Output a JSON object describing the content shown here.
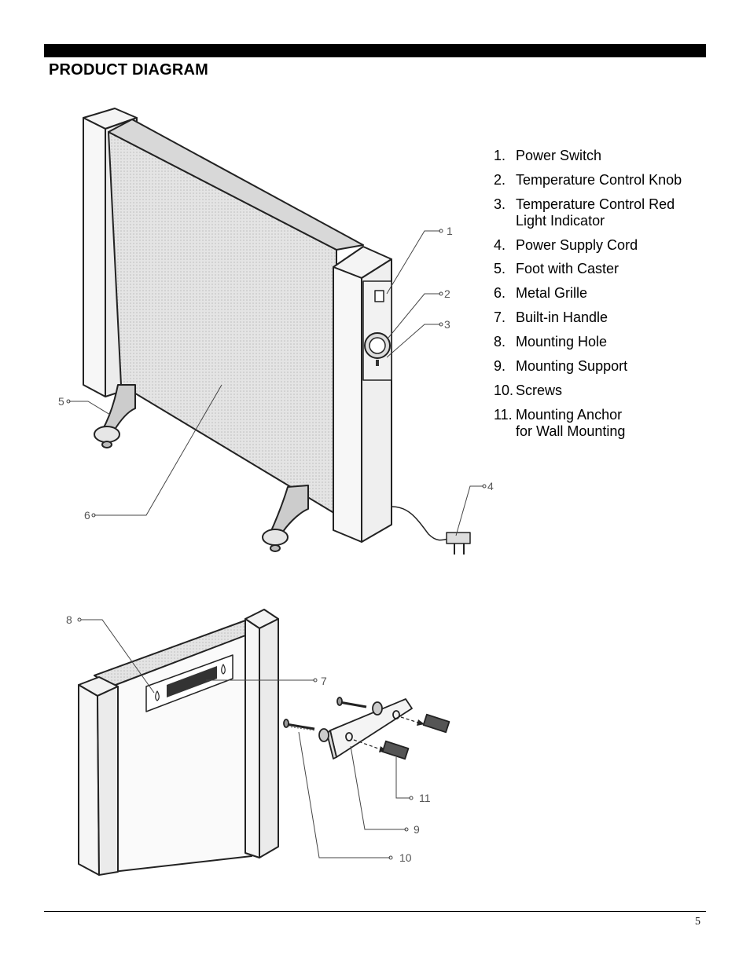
{
  "heading": "PRODUCT DIAGRAM",
  "parts": [
    {
      "num": "1.",
      "label": "Power Switch"
    },
    {
      "num": "2.",
      "label": "Temperature Control Knob"
    },
    {
      "num": "3.",
      "label": "Temperature Control Red\nLight Indicator"
    },
    {
      "num": "4.",
      "label": "Power Supply Cord"
    },
    {
      "num": "5.",
      "label": "Foot with Caster"
    },
    {
      "num": "6.",
      "label": "Metal Grille"
    },
    {
      "num": "7.",
      "label": "Built-in Handle"
    },
    {
      "num": "8.",
      "label": "Mounting Hole"
    },
    {
      "num": "9.",
      "label": "Mounting Support"
    },
    {
      "num": "10.",
      "label": "Screws"
    },
    {
      "num": "11.",
      "label": "Mounting Anchor\nfor Wall Mounting"
    }
  ],
  "callouts": {
    "c1": "1",
    "c2": "2",
    "c3": "3",
    "c4": "4",
    "c5": "5",
    "c6": "6",
    "c7": "7",
    "c8": "8",
    "c9": "9",
    "c10": "10",
    "c11": "11"
  },
  "page_number": "5"
}
